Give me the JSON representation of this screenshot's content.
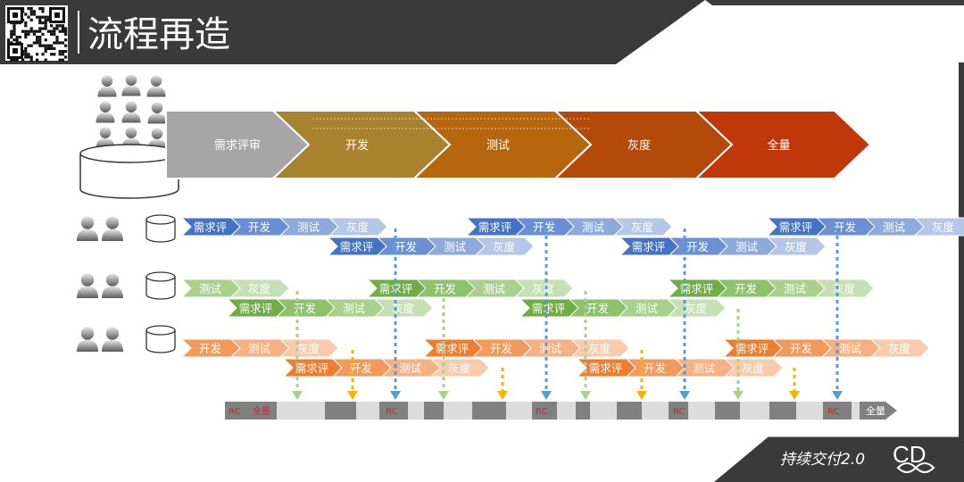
{
  "header": {
    "title": "流程再造"
  },
  "footer": {
    "brand": "持续交付2.0",
    "logo": "CD"
  },
  "main_flow": {
    "stages": [
      {
        "label": "需求评审",
        "color": "#A6A6A6"
      },
      {
        "label": "开发",
        "color": "#A8822E"
      },
      {
        "label": "测试",
        "color": "#B5660F"
      },
      {
        "label": "灰度",
        "color": "#B34A0B"
      },
      {
        "label": "全量",
        "color": "#C0380A"
      }
    ]
  },
  "lanes": [
    {
      "name": "blue",
      "colors": {
        "dark": "#4472C4",
        "mid": "#6A8FD4",
        "light": "#8EAADB",
        "pale": "#B4C7E7"
      },
      "rows": [
        [
          {
            "labels": [
              "需求评",
              "开发",
              "测试",
              "灰度"
            ]
          },
          {
            "labels": [
              "需求评",
              "开发",
              "测试",
              "灰度"
            ]
          },
          {
            "labels": [
              "需求评",
              "开发",
              "测试",
              "灰度"
            ]
          }
        ],
        [
          {
            "labels": [
              "需求评",
              "开发",
              "测试",
              "灰度"
            ]
          },
          {
            "labels": [
              "需求评",
              "开发",
              "测试",
              "灰度"
            ]
          }
        ]
      ]
    },
    {
      "name": "green",
      "colors": {
        "dark": "#70AD47",
        "mid": "#8CC26A",
        "light": "#A9D18E",
        "pale": "#C5E0B4"
      },
      "rows": [
        [
          {
            "labels": [
              "测试",
              "灰度"
            ]
          },
          {
            "labels": [
              "需求评",
              "开发",
              "测试",
              "灰度"
            ]
          },
          {
            "labels": [
              "需求评",
              "开发",
              "测试",
              "灰度"
            ]
          }
        ],
        [
          {
            "labels": [
              "需求评",
              "开发",
              "测试",
              "灰度"
            ]
          },
          {
            "labels": [
              "需求评",
              "开发",
              "测试",
              "灰度"
            ]
          }
        ]
      ]
    },
    {
      "name": "orange",
      "colors": {
        "dark": "#ED7D31",
        "mid": "#F19A5E",
        "light": "#F4B183",
        "pale": "#F8CBAD"
      },
      "rows": [
        [
          {
            "labels": [
              "开发",
              "测试",
              "灰度"
            ]
          },
          {
            "labels": [
              "需求评",
              "开发",
              "测试",
              "灰度"
            ]
          },
          {
            "labels": [
              "需求评",
              "开发",
              "测试",
              "灰度"
            ]
          }
        ],
        [
          {
            "labels": [
              "需求评",
              "开发",
              "测试",
              "灰度"
            ]
          },
          {
            "labels": [
              "需求评",
              "开发",
              "测试",
              "灰度"
            ]
          }
        ]
      ]
    }
  ],
  "release_track": {
    "start_labels": [
      "RC",
      "全量"
    ],
    "rc_label": "RC",
    "end_label": "全量"
  }
}
